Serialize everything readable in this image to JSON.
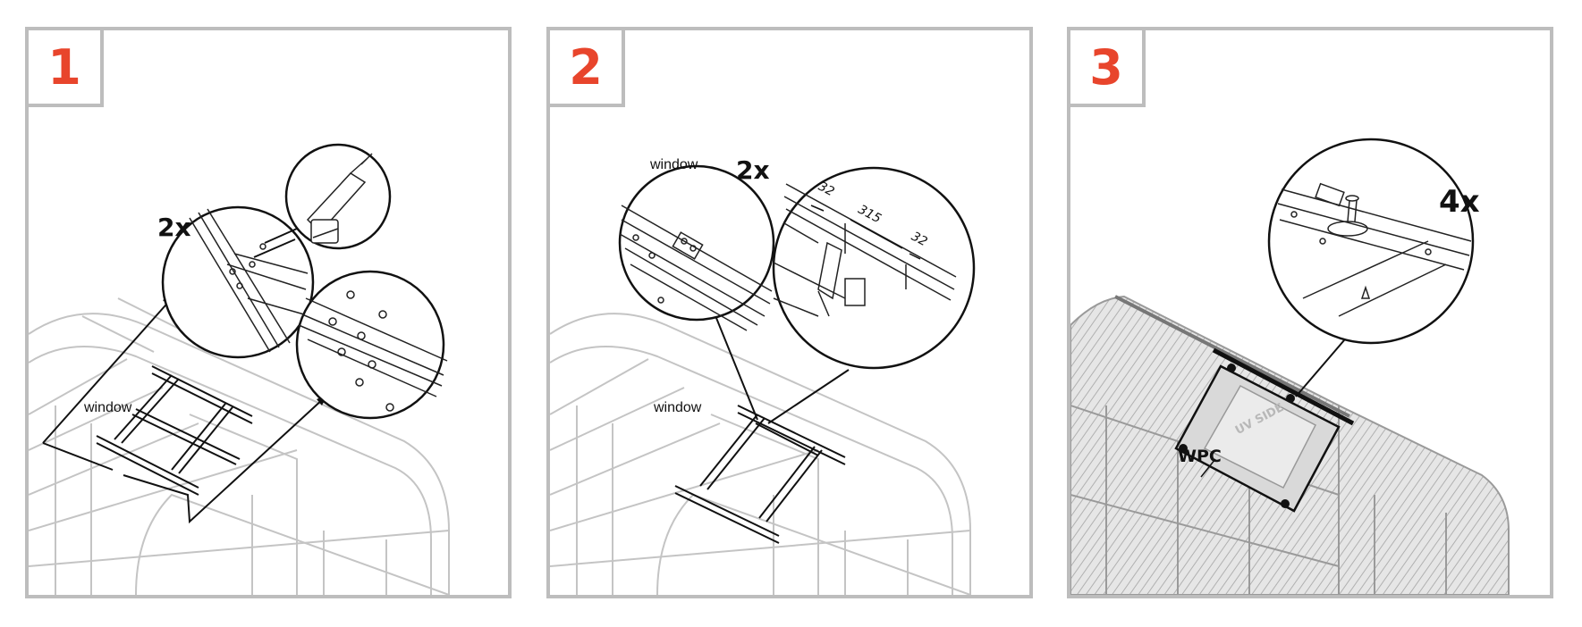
{
  "steps": [
    {
      "number": "1",
      "labels": {
        "part": "window",
        "count": "2x"
      }
    },
    {
      "number": "2",
      "labels": {
        "part": "window",
        "count": "2x",
        "part_detail": "window"
      },
      "dimensions": {
        "left": "32",
        "middle": "315",
        "right": "32"
      }
    },
    {
      "number": "3",
      "labels": {
        "count": "4x",
        "material": "WPC",
        "side_print": "UV SIDE"
      }
    }
  ],
  "colors": {
    "accent": "#e8452c",
    "frame": "#bdbdbd",
    "line": "#111111",
    "ghost": "#c4c4c4"
  }
}
